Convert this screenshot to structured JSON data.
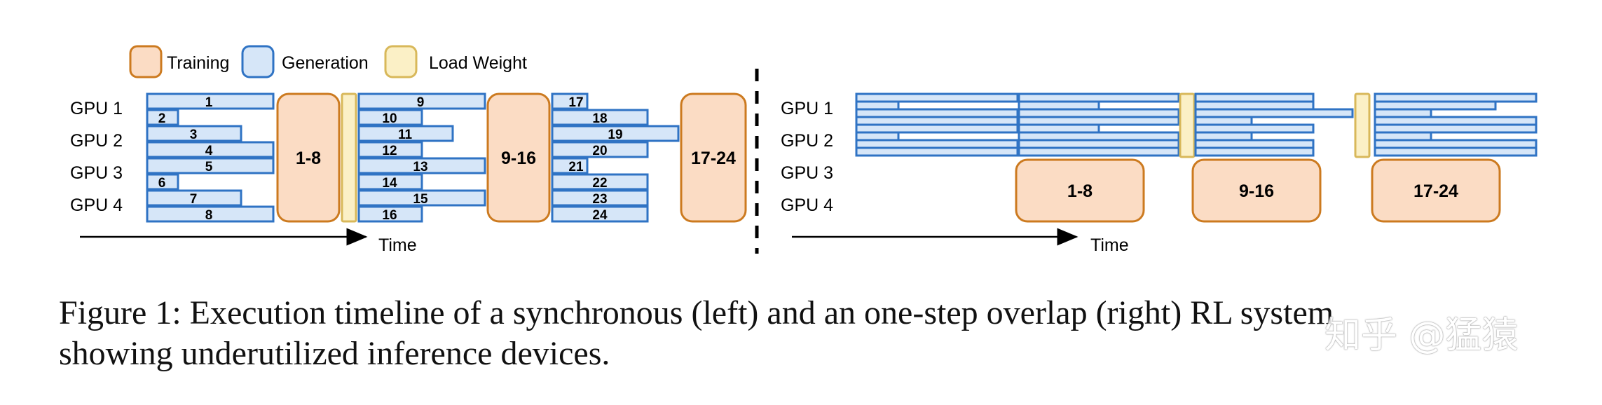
{
  "legend": {
    "training": "Training",
    "generation": "Generation",
    "load_weight": "Load Weight"
  },
  "gpus": [
    "GPU 1",
    "GPU 2",
    "GPU 3",
    "GPU 4"
  ],
  "time_label": "Time",
  "colors": {
    "training_fill": "#fbdcc4",
    "training_stroke": "#cc7a1f",
    "generation_fill": "#d6e6f8",
    "generation_stroke": "#2f73c4",
    "load_fill": "#fbf0c6",
    "load_stroke": "#d8b85a"
  },
  "sync": {
    "batch1": [
      "1",
      "2",
      "3",
      "4",
      "5",
      "6",
      "7",
      "8"
    ],
    "batch2": [
      "9",
      "10",
      "11",
      "12",
      "13",
      "14",
      "15",
      "16"
    ],
    "batch3": [
      "17",
      "18",
      "19",
      "20",
      "21",
      "22",
      "23",
      "24"
    ],
    "training_labels": [
      "1-8",
      "9-16",
      "17-24"
    ]
  },
  "overlap": {
    "training_labels": [
      "1-8",
      "9-16",
      "17-24"
    ]
  },
  "caption": {
    "line1": "Figure 1: Execution timeline of a synchronous (left) and an one-step overlap (right) RL system",
    "line2": "showing underutilized inference devices."
  },
  "watermark": "知乎 @猛猿"
}
